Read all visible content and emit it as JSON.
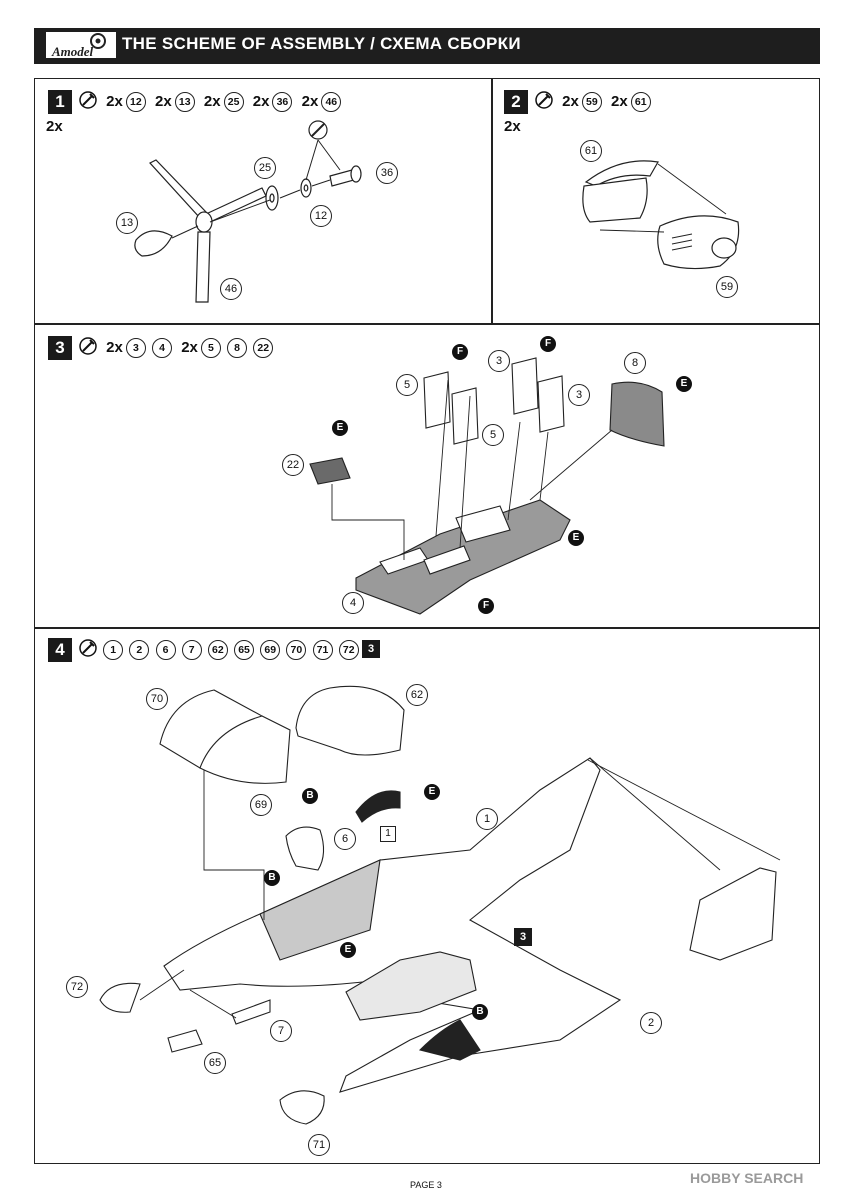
{
  "header": {
    "logo_text": "Amodel",
    "title": "THE SCHEME OF ASSEMBLY / СХЕМА СБОРКИ"
  },
  "step1": {
    "number": "1",
    "parts": [
      {
        "qty": "2x",
        "part": "12"
      },
      {
        "qty": "2x",
        "part": "13"
      },
      {
        "qty": "2x",
        "part": "25"
      },
      {
        "qty": "2x",
        "part": "36"
      },
      {
        "qty": "2x",
        "part": "46"
      }
    ],
    "multiplier": "2x",
    "callouts": [
      "25",
      "36",
      "13",
      "12",
      "46"
    ]
  },
  "step2": {
    "number": "2",
    "parts": [
      {
        "qty": "2x",
        "part": "59"
      },
      {
        "qty": "2x",
        "part": "61"
      }
    ],
    "multiplier": "2x",
    "callouts": [
      "61",
      "59"
    ]
  },
  "step3": {
    "number": "3",
    "parts": [
      {
        "qty": "2x",
        "part": "3"
      },
      {
        "qty": "",
        "part": "4"
      },
      {
        "qty": "2x",
        "part": "5"
      },
      {
        "qty": "",
        "part": "8"
      },
      {
        "qty": "",
        "part": "22"
      }
    ],
    "callouts": [
      "5",
      "3",
      "8",
      "3",
      "5",
      "22",
      "4"
    ],
    "paint_codes": [
      "F",
      "F",
      "E",
      "E",
      "E",
      "F"
    ]
  },
  "step4": {
    "number": "4",
    "parts": [
      "1",
      "2",
      "6",
      "7",
      "62",
      "65",
      "69",
      "70",
      "71",
      "72"
    ],
    "ref_step": "3",
    "callouts": [
      "70",
      "62",
      "69",
      "6",
      "1",
      "72",
      "7",
      "65",
      "2",
      "71"
    ],
    "paint_codes": [
      "B",
      "E",
      "B",
      "E",
      "B"
    ],
    "ref_box_inline": "3",
    "decal_ref": "1"
  },
  "footer": {
    "page": "PAGE 3"
  },
  "watermark": "HOBBY SEARCH"
}
